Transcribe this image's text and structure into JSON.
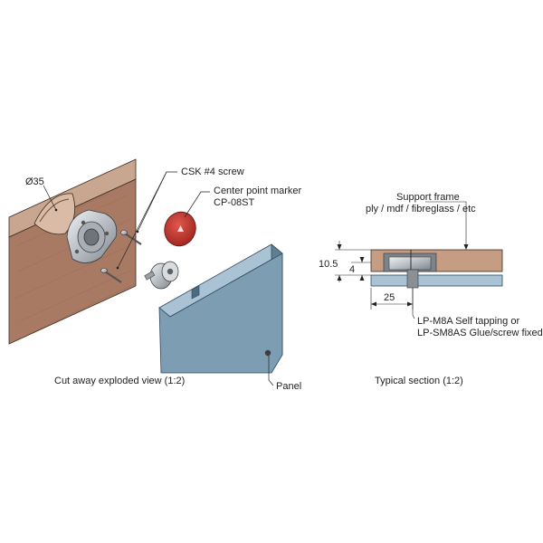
{
  "exploded_view": {
    "dia_label": "Ø35",
    "screw_label": "CSK #4 screw",
    "marker_label_line1": "Center point marker",
    "marker_label_line2": "CP-08ST",
    "panel_label": "Panel",
    "caption": "Cut away exploded view (1:2)"
  },
  "section_view": {
    "frame_label_line1": "Support frame",
    "frame_label_line2": "ply / mdf / fibreglass / etc",
    "dim_total": "10.5",
    "dim_4": "4",
    "dim_25": "25",
    "fixing_label_line1": "LP-M8A Self tapping or",
    "fixing_label_line2": "LP-SM8AS Glue/screw fixed",
    "caption": "Typical section (1:2)"
  },
  "colors": {
    "wood_front": "#a97a63",
    "wood_top": "#c9a690",
    "wood_side": "#8e6450",
    "panel_front": "#7d9db3",
    "panel_top": "#a9c3d5",
    "panel_side": "#5f7f95",
    "marker_red": "#c2342b",
    "metal": "#c9cdd2",
    "line": "#222222"
  }
}
